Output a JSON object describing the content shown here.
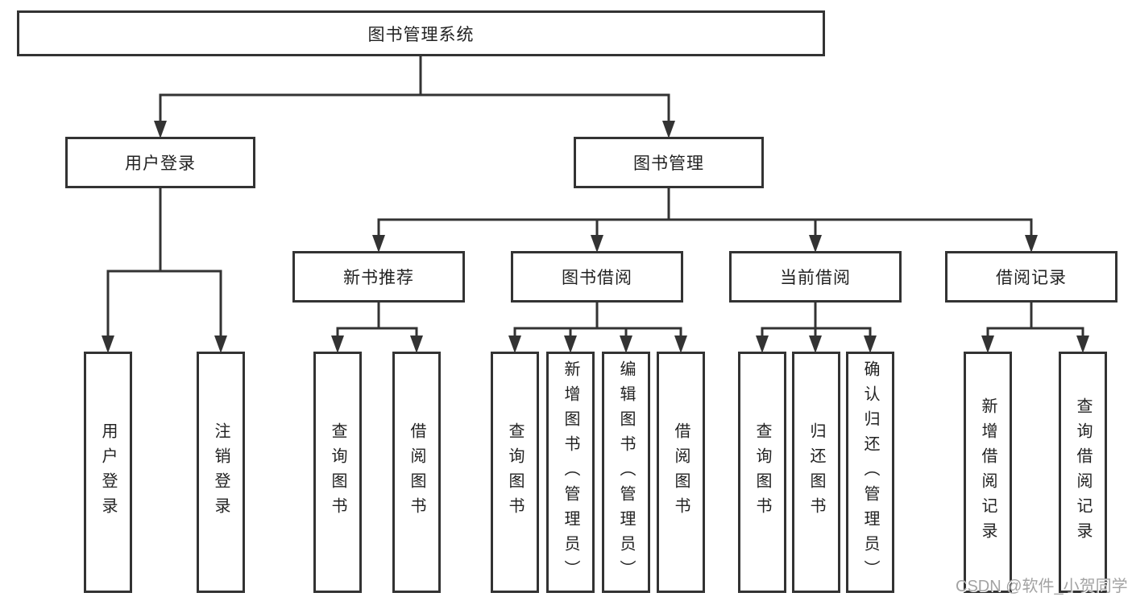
{
  "title": "图书管理系统",
  "level2": {
    "user_login": "用户登录",
    "book_mgmt": "图书管理"
  },
  "level3": {
    "new_books": "新书推荐",
    "book_borrow": "图书借阅",
    "current_borrow": "当前借阅",
    "borrow_records": "借阅记录"
  },
  "leaves": {
    "user_login": [
      "用户登录",
      "注销登录"
    ],
    "new_books": [
      "查询图书",
      "借阅图书"
    ],
    "book_borrow": [
      "查询图书",
      "新增图书（管理员）",
      "编辑图书（管理员）",
      "借阅图书"
    ],
    "current_borrow": [
      "查询图书",
      "归还图书",
      "确认归还（管理员）"
    ],
    "borrow_records": [
      "新增借阅记录",
      "查询借阅记录"
    ]
  },
  "watermark": "CSDN @软件_小贺同学",
  "colors": {
    "line": "#333333",
    "box_border": "#333333",
    "text": "#222222",
    "watermark": "#a3a3a3",
    "background": "#ffffff"
  }
}
